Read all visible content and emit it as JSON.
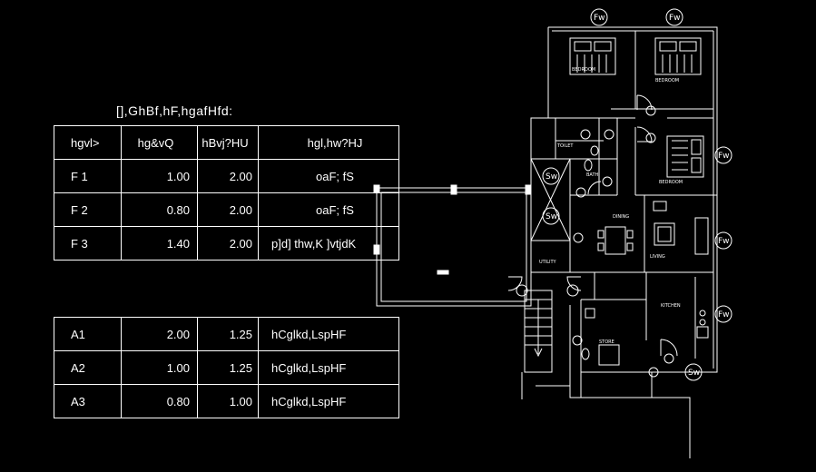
{
  "schedule_title": "[],GhBf,hF,hgafHfd:",
  "table1": {
    "headers": [
      "hgvl>",
      "hg&vQ",
      "hBvj?HU",
      "hgl,hw?HJ"
    ],
    "rows": [
      [
        "F 1",
        "1.00",
        "2.00",
        "oaF; fS"
      ],
      [
        "F 2",
        "0.80",
        "2.00",
        "oaF; fS"
      ],
      [
        "F 3",
        "1.40",
        "2.00",
        "p]d] thw,K ]vtjdK"
      ]
    ]
  },
  "table2": {
    "rows": [
      [
        "A1",
        "2.00",
        "1.25",
        "hCglkd,LspHF"
      ],
      [
        "A2",
        "1.00",
        "1.25",
        "hCglkd,LspHF"
      ],
      [
        "A3",
        "0.80",
        "1.00",
        "hCglkd,LspHF"
      ]
    ]
  },
  "plan": {
    "window_tags": [
      "Fw",
      "Fw",
      "Fw",
      "Fw",
      "Fw",
      "Sw",
      "Sw",
      "Sw"
    ],
    "room_labels": [
      "BEDROOM",
      "BEDROOM",
      "BEDROOM",
      "TOILET",
      "BATH",
      "DINING",
      "LIVING",
      "KITCHEN",
      "STORE",
      "UTILITY"
    ],
    "line_color": "#ffffff",
    "background": "#000000"
  }
}
